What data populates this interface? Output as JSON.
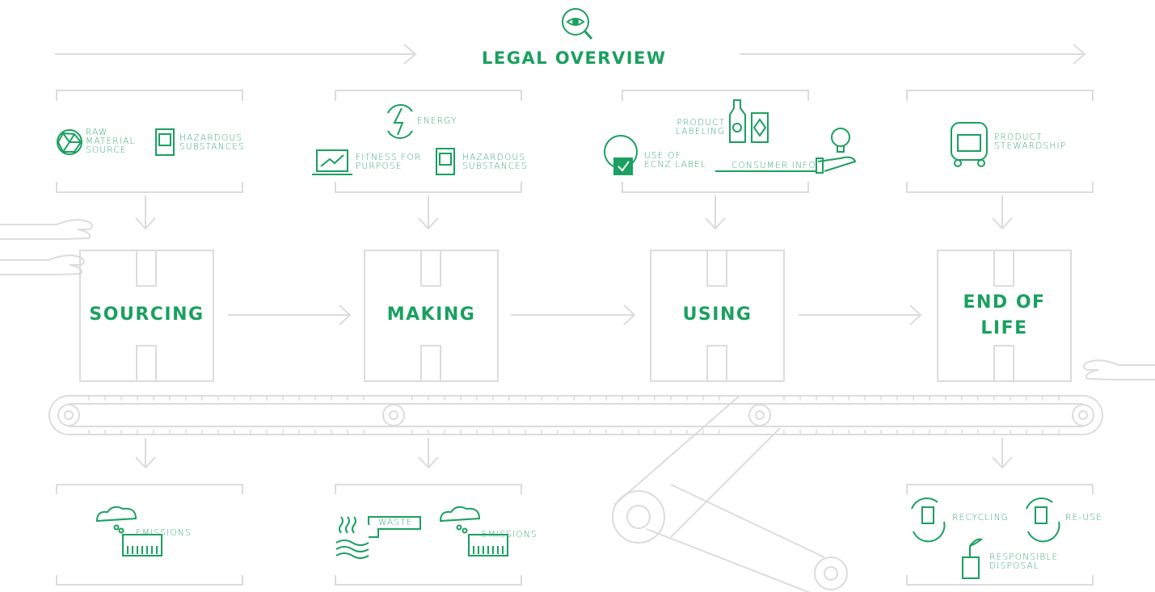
{
  "header": {
    "title": "LEGAL OVERVIEW",
    "icon": "magnifier-eye-icon"
  },
  "colors": {
    "accent": "#1aa060",
    "outline": "#dcdcdc"
  },
  "stages": [
    {
      "label": "SOURCING"
    },
    {
      "label": "MAKING"
    },
    {
      "label": "USING"
    },
    {
      "label_line1": "END OF",
      "label_line2": "LIFE"
    }
  ],
  "inputs": {
    "sourcing": {
      "raw_material": [
        "RAW",
        "MATERIAL",
        "SOURCE"
      ],
      "hazardous": [
        "HAZARDOUS",
        "SUBSTANCES"
      ]
    },
    "making": {
      "energy": "ENERGY",
      "fitness": [
        "FITNESS FOR",
        "PURPOSE"
      ],
      "hazardous": [
        "HAZARDOUS",
        "SUBSTANCES"
      ]
    },
    "using": {
      "labeling": [
        "PRODUCT",
        "LABELING"
      ],
      "ecnz": [
        "USE OF",
        "ECNZ LABEL"
      ],
      "consumer": "CONSUMER INFO"
    },
    "end_of_life": {
      "stewardship": [
        "PRODUCT",
        "STEWARDSHIP"
      ]
    }
  },
  "outputs": {
    "sourcing": {
      "emissions": "EMISSIONS"
    },
    "making": {
      "waste": "WASTE",
      "emissions": "EMISSIONS"
    },
    "end_of_life": {
      "recycling": "RECYCLING",
      "reuse": "RE-USE",
      "disposal": [
        "RESPONSIBLE",
        "DISPOSAL"
      ]
    }
  }
}
